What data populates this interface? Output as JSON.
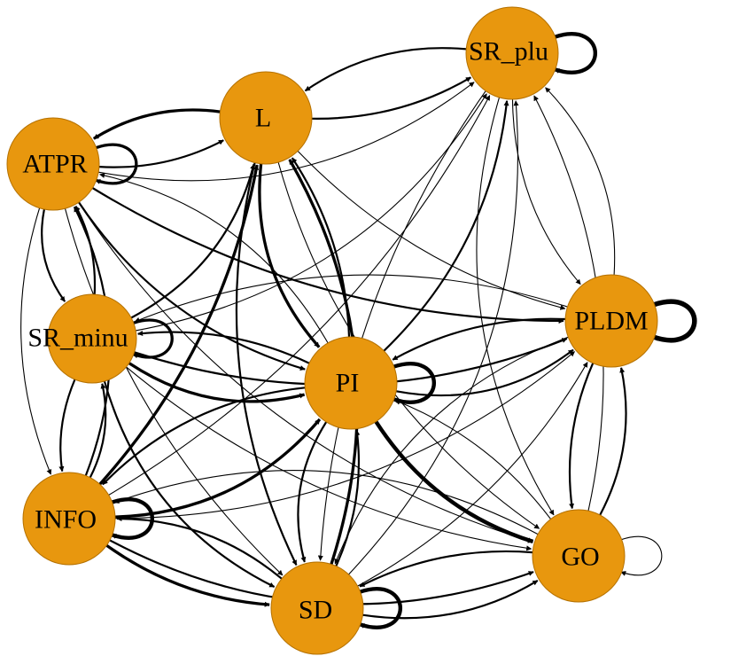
{
  "graph": {
    "node_color": "#E8970E",
    "edge_color": "#000000",
    "nodes": [
      {
        "id": "SR_plus",
        "label": "SR_plu"
      },
      {
        "id": "L",
        "label": "L"
      },
      {
        "id": "ATPR",
        "label": "ATPR"
      },
      {
        "id": "SR_minus",
        "label": "SR_minu"
      },
      {
        "id": "PLDM",
        "label": "PLDM"
      },
      {
        "id": "PI",
        "label": "PI"
      },
      {
        "id": "INFO",
        "label": "INFO"
      },
      {
        "id": "GO",
        "label": "GO"
      },
      {
        "id": "SD",
        "label": "SD"
      }
    ],
    "edges": [
      {
        "from": "ATPR",
        "to": "L",
        "weight": 2
      },
      {
        "from": "L",
        "to": "ATPR",
        "weight": 3
      },
      {
        "from": "ATPR",
        "to": "SR_plus",
        "weight": 1
      },
      {
        "from": "L",
        "to": "SR_plus",
        "weight": 2
      },
      {
        "from": "SR_plus",
        "to": "L",
        "weight": 2
      },
      {
        "from": "ATPR",
        "to": "SR_minus",
        "weight": 2
      },
      {
        "from": "SR_minus",
        "to": "ATPR",
        "weight": 2
      },
      {
        "from": "ATPR",
        "to": "INFO",
        "weight": 1
      },
      {
        "from": "INFO",
        "to": "ATPR",
        "weight": 2
      },
      {
        "from": "ATPR",
        "to": "PLDM",
        "weight": 2
      },
      {
        "from": "ATPR",
        "to": "PI",
        "weight": 2
      },
      {
        "from": "PI",
        "to": "ATPR",
        "weight": 1
      },
      {
        "from": "ATPR",
        "to": "SD",
        "weight": 1
      },
      {
        "from": "ATPR",
        "to": "GO",
        "weight": 1
      },
      {
        "from": "L",
        "to": "PI",
        "weight": 3
      },
      {
        "from": "PI",
        "to": "L",
        "weight": 2
      },
      {
        "from": "L",
        "to": "SD",
        "weight": 2
      },
      {
        "from": "SD",
        "to": "L",
        "weight": 3
      },
      {
        "from": "L",
        "to": "PLDM",
        "weight": 1
      },
      {
        "from": "L",
        "to": "GO",
        "weight": 1
      },
      {
        "from": "SR_minus",
        "to": "L",
        "weight": 2
      },
      {
        "from": "INFO",
        "to": "L",
        "weight": 3
      },
      {
        "from": "SR_plus",
        "to": "PLDM",
        "weight": 1
      },
      {
        "from": "SR_plus",
        "to": "GO",
        "weight": 1
      },
      {
        "from": "SR_plus",
        "to": "SD",
        "weight": 1
      },
      {
        "from": "PI",
        "to": "SR_plus",
        "weight": 2
      },
      {
        "from": "SR_minus",
        "to": "SR_plus",
        "weight": 1
      },
      {
        "from": "INFO",
        "to": "SR_plus",
        "weight": 1
      },
      {
        "from": "GO",
        "to": "SR_plus",
        "weight": 1
      },
      {
        "from": "SD",
        "to": "SR_plus",
        "weight": 1
      },
      {
        "from": "SR_minus",
        "to": "INFO",
        "weight": 2
      },
      {
        "from": "INFO",
        "to": "SR_minus",
        "weight": 2
      },
      {
        "from": "SR_minus",
        "to": "PI",
        "weight": 3
      },
      {
        "from": "PI",
        "to": "SR_minus",
        "weight": 2
      },
      {
        "from": "SR_minus",
        "to": "PLDM",
        "weight": 2
      },
      {
        "from": "SR_minus",
        "to": "SD",
        "weight": 2
      },
      {
        "from": "SR_minus",
        "to": "GO",
        "weight": 1
      },
      {
        "from": "PLDM",
        "to": "SR_minus",
        "weight": 1
      },
      {
        "from": "PI",
        "to": "PLDM",
        "weight": 2
      },
      {
        "from": "PLDM",
        "to": "PI",
        "weight": 2
      },
      {
        "from": "PI",
        "to": "GO",
        "weight": 4
      },
      {
        "from": "PI",
        "to": "SD",
        "weight": 2
      },
      {
        "from": "SD",
        "to": "PI",
        "weight": 2
      },
      {
        "from": "PI",
        "to": "INFO",
        "weight": 2
      },
      {
        "from": "INFO",
        "to": "PI",
        "weight": 3
      },
      {
        "from": "PLDM",
        "to": "GO",
        "weight": 2
      },
      {
        "from": "GO",
        "to": "PLDM",
        "weight": 2
      },
      {
        "from": "PLDM",
        "to": "SD",
        "weight": 1
      },
      {
        "from": "SD",
        "to": "PLDM",
        "weight": 1
      },
      {
        "from": "INFO",
        "to": "PLDM",
        "weight": 1
      },
      {
        "from": "PLDM",
        "to": "SR_plus",
        "weight": 1
      },
      {
        "from": "INFO",
        "to": "SD",
        "weight": 3
      },
      {
        "from": "SD",
        "to": "INFO",
        "weight": 2
      },
      {
        "from": "INFO",
        "to": "GO",
        "weight": 2
      },
      {
        "from": "GO",
        "to": "SD",
        "weight": 2
      },
      {
        "from": "SD",
        "to": "GO",
        "weight": 2
      },
      {
        "from": "GO",
        "to": "INFO",
        "weight": 1
      },
      {
        "from": "GO",
        "to": "PI",
        "weight": 1
      }
    ],
    "self_loops": [
      {
        "node": "SR_plus",
        "weight": 4
      },
      {
        "node": "ATPR",
        "weight": 3
      },
      {
        "node": "PLDM",
        "weight": 5
      },
      {
        "node": "SR_minus",
        "weight": 3
      },
      {
        "node": "PI",
        "weight": 4
      },
      {
        "node": "INFO",
        "weight": 4
      },
      {
        "node": "SD",
        "weight": 4
      },
      {
        "node": "GO",
        "weight": 1
      }
    ]
  }
}
